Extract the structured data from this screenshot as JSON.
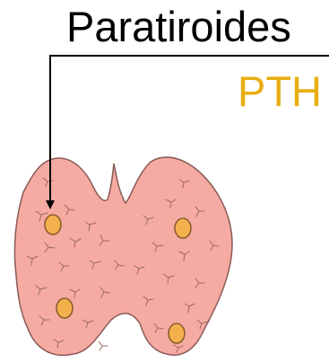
{
  "title": "Paratiroides",
  "hormone": {
    "label": "PTH",
    "color": "#e8ae12"
  },
  "colors": {
    "tissue_fill": "#f5aaa2",
    "tissue_outline": "#8a5a57",
    "gland_fill": "#f3b04c",
    "gland_outline": "#8a5a2a",
    "pointer_line": "#000000"
  },
  "icons": {
    "organ": "thyroid-gland-illustration",
    "parathyroid": "parathyroid-gland-dot"
  }
}
